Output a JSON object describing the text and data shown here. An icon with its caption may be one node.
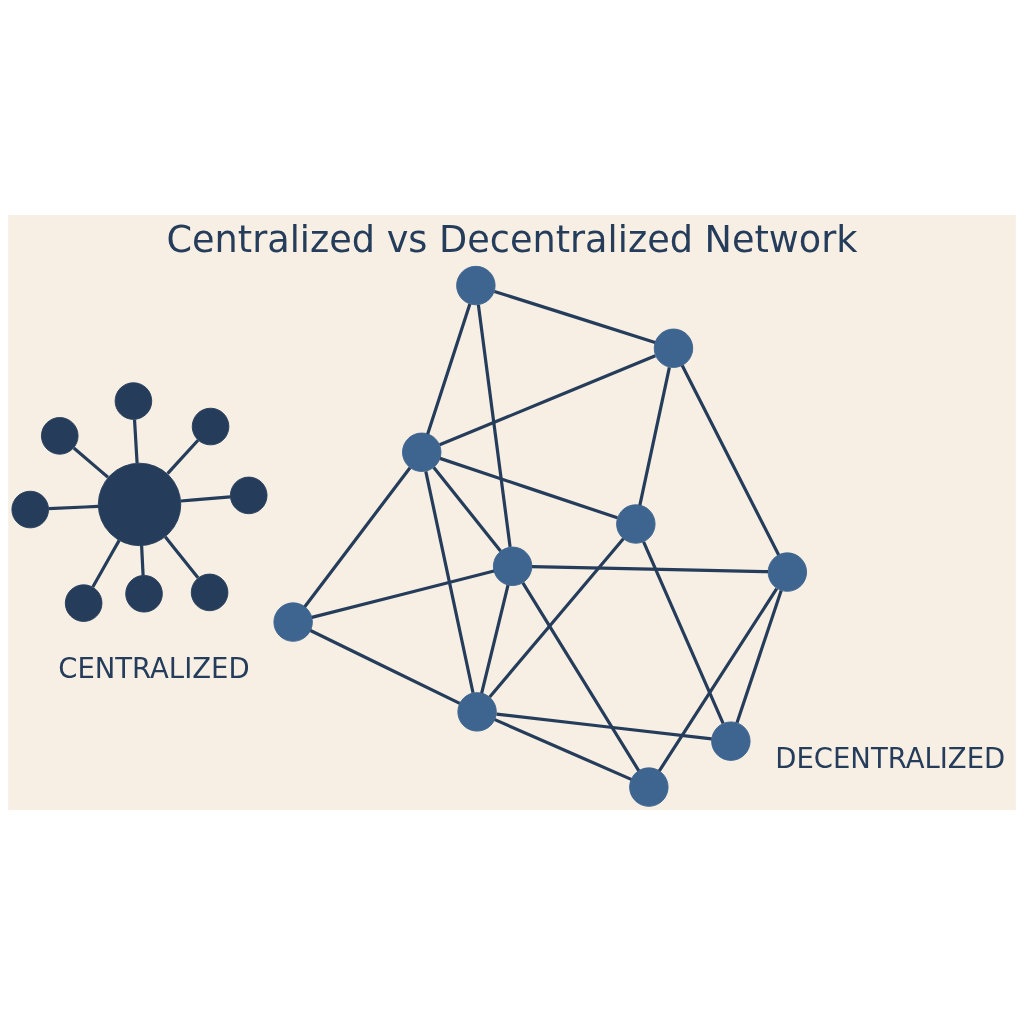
{
  "diagram": {
    "title": "Centralized vs Decentralized Network",
    "nodes": [
      {
        "text": [],
        "shape": "circle"
      },
      {
        "text": [],
        "shape": "circle"
      },
      {
        "text": [],
        "shape": "circle"
      },
      {
        "text": [],
        "shape": "circle"
      },
      {
        "text": [],
        "shape": "circle"
      },
      {
        "text": [],
        "shape": "circle"
      },
      {
        "text": [],
        "shape": "circle"
      },
      {
        "text": [],
        "shape": "circle"
      },
      {
        "text": [],
        "shape": "circle"
      },
      {
        "text": [],
        "shape": "circle"
      },
      {
        "text": [],
        "shape": "circle"
      },
      {
        "text": [],
        "shape": "circle"
      },
      {
        "text": [],
        "shape": "circle"
      },
      {
        "text": [],
        "shape": "circle"
      },
      {
        "text": [],
        "shape": "circle"
      },
      {
        "text": [],
        "shape": "circle"
      },
      {
        "text": [],
        "shape": "circle"
      },
      {
        "text": [],
        "shape": "circle"
      },
      {
        "text": [],
        "shape": "circle"
      }
    ],
    "edges": [
      {
        "from": 0,
        "to": 1,
        "arrow": "none"
      },
      {
        "from": 0,
        "to": 2,
        "arrow": "none"
      },
      {
        "from": 0,
        "to": 3,
        "arrow": "none"
      },
      {
        "from": 0,
        "to": 4,
        "arrow": "none"
      },
      {
        "from": 0,
        "to": 5,
        "arrow": "none"
      },
      {
        "from": 0,
        "to": 6,
        "arrow": "none"
      },
      {
        "from": 0,
        "to": 7,
        "arrow": "none"
      },
      {
        "from": 0,
        "to": 8,
        "arrow": "none"
      },
      {
        "from": 9,
        "to": 11,
        "arrow": "none"
      },
      {
        "from": 9,
        "to": 12,
        "arrow": "none"
      },
      {
        "from": 9,
        "to": 13,
        "arrow": "none"
      },
      {
        "from": 10,
        "to": 12,
        "arrow": "none"
      },
      {
        "from": 10,
        "to": 15,
        "arrow": "none"
      },
      {
        "from": 10,
        "to": 13,
        "arrow": "none"
      },
      {
        "from": 11,
        "to": 12,
        "arrow": "none"
      },
      {
        "from": 11,
        "to": 14,
        "arrow": "none"
      },
      {
        "from": 11,
        "to": 18,
        "arrow": "none"
      },
      {
        "from": 12,
        "to": 13,
        "arrow": "none"
      },
      {
        "from": 12,
        "to": 14,
        "arrow": "none"
      },
      {
        "from": 12,
        "to": 15,
        "arrow": "none"
      },
      {
        "from": 14,
        "to": 15,
        "arrow": "none"
      },
      {
        "from": 14,
        "to": 16,
        "arrow": "none"
      },
      {
        "from": 15,
        "to": 13,
        "arrow": "none"
      },
      {
        "from": 15,
        "to": 16,
        "arrow": "none"
      },
      {
        "from": 15,
        "to": 17,
        "arrow": "none"
      },
      {
        "from": 13,
        "to": 18,
        "arrow": "none"
      },
      {
        "from": 13,
        "to": 17,
        "arrow": "none"
      },
      {
        "from": 16,
        "to": 18,
        "arrow": "none"
      },
      {
        "from": 18,
        "to": 17,
        "arrow": "none"
      }
    ],
    "labels": [
      "CENTRALIZED",
      "DECENTRALIZED"
    ]
  }
}
